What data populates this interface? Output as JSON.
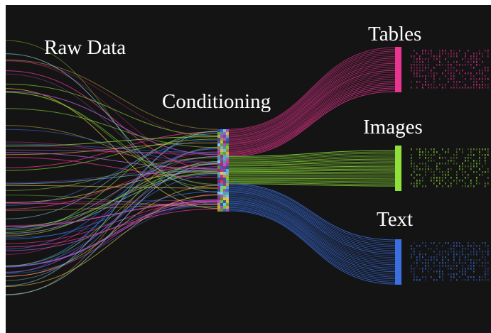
{
  "labels": {
    "raw_data": "Raw Data",
    "conditioning": "Conditioning",
    "tables": "Tables",
    "images": "Images",
    "text": "Text"
  },
  "colors": {
    "background": "#141414",
    "tables": "#e8358f",
    "images": "#8ee03a",
    "text": "#3b6fe0",
    "raw_mix": [
      "#e8358f",
      "#8ee03a",
      "#3b6fe0",
      "#f2c94c",
      "#7fd1e8",
      "#b25fd6"
    ]
  }
}
